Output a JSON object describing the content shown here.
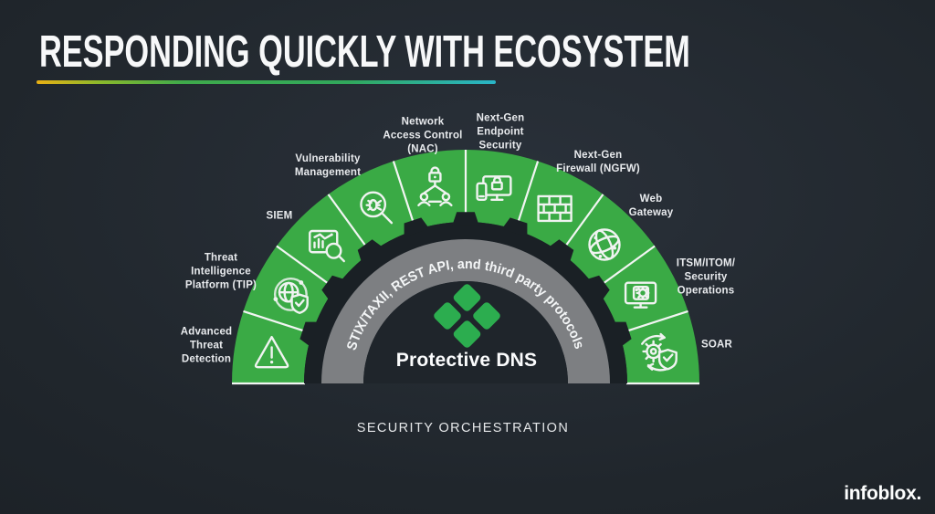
{
  "slide": {
    "title": "RESPONDING QUICKLY WITH ECOSYSTEM",
    "footer_label": "SECURITY ORCHESTRATION",
    "brand": "infoblox."
  },
  "colors": {
    "green": "#3aaa45",
    "logo_green": "#2cad4f",
    "gray_arc": "#7d7f82",
    "dark_ring": "#1a2025",
    "center_disc": "#1f252b",
    "divider": "#f2f5f3",
    "background": "#20262c",
    "underline_gradient": [
      "#e9b014",
      "#3faa4b",
      "#29b5c8"
    ]
  },
  "diagram": {
    "center_label": "Protective DNS",
    "center_logo": "infoblox-diamond-logo",
    "arc_text": "STIX/TAXII, REST API, and third party protocols",
    "segments": [
      {
        "label": "Advanced\nThreat\nDetection",
        "icon": "warning-triangle-icon"
      },
      {
        "label": "Threat\nIntelligence\nPlatform (TIP)",
        "icon": "globe-shield-icon"
      },
      {
        "label": "SIEM",
        "icon": "chart-magnifier-icon"
      },
      {
        "label": "Vulnerability\nManagement",
        "icon": "bug-magnifier-icon"
      },
      {
        "label": "Network\nAccess Control\n(NAC)",
        "icon": "network-lock-icon"
      },
      {
        "label": "Next-Gen\nEndpoint\nSecurity",
        "icon": "endpoint-security-icon"
      },
      {
        "label": "Next-Gen\nFirewall (NGFW)",
        "icon": "firewall-brick-icon"
      },
      {
        "label": "Web\nGateway",
        "icon": "web-globe-icon"
      },
      {
        "label": "ITSM/ITOM/\nSecurity\nOperations",
        "icon": "monitor-gear-icon"
      },
      {
        "label": "SOAR",
        "icon": "gear-shield-icon"
      }
    ]
  }
}
